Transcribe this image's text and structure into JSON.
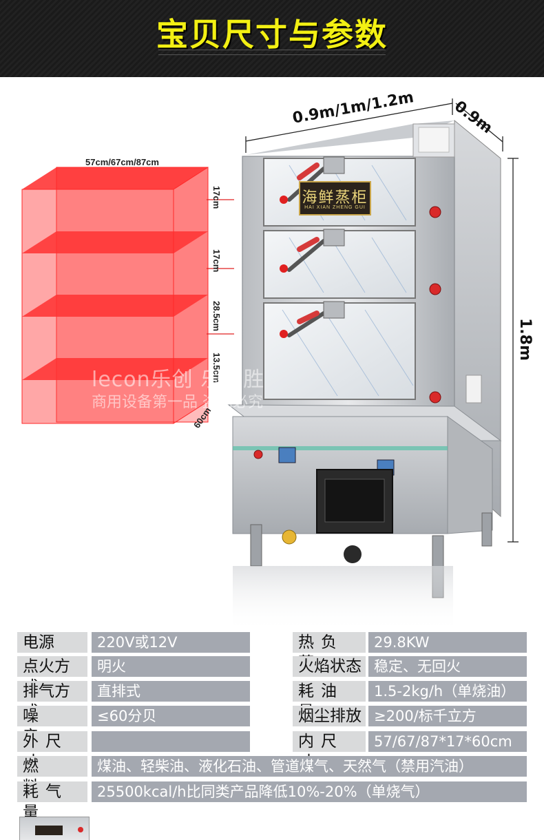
{
  "banner": {
    "title": "宝贝尺寸与参数"
  },
  "dimensions": {
    "width": "0.9m/1m/1.2m",
    "depth": "0.9m",
    "height": "1.8m"
  },
  "inner_box": {
    "top_label": "57cm/67cm/87cm",
    "depth_label": "60cm",
    "tier_labels": [
      "17cm",
      "17cm",
      "28.5cm",
      "13.5cm"
    ]
  },
  "cabinet": {
    "sign_text": "海鲜蒸柜",
    "sign_subtext": "HAI XIAN ZHENG GUI"
  },
  "watermark": {
    "line1": "lecon乐创 乐创胜",
    "line2": "商用设备第一品 盗图必究"
  },
  "specs": {
    "left": [
      {
        "label": "电源",
        "value": "220V或12V"
      },
      {
        "label": "点火方式",
        "value": "明火"
      },
      {
        "label": "排气方式",
        "value": "直排式"
      },
      {
        "label": "噪音",
        "value": "≤60分贝"
      },
      {
        "label": "外尺寸",
        "value": ""
      }
    ],
    "right": [
      {
        "label": "热负荷",
        "value": "29.8KW"
      },
      {
        "label": "火焰状态",
        "value": "稳定、无回火"
      },
      {
        "label": "耗油量",
        "value": "1.5-2kg/h（单烧油）"
      },
      {
        "label": "烟尘排放",
        "value": "≥200/标千立方"
      },
      {
        "label": "内尺寸",
        "value": "57/67/87*17*60cm"
      }
    ],
    "full": [
      {
        "label": "燃料",
        "value": "煤油、轻柴油、液化石油、管道煤气、天然气（禁用汽油）"
      },
      {
        "label": "耗气量",
        "value": "25500kcal/h比同类产品降低10%-20%（单烧气）"
      }
    ]
  },
  "colors": {
    "label_bg": "#d9dadb",
    "value_bg": "#a4a8b0",
    "banner_text": "#f3f013",
    "box_red": "#ff3b3b"
  }
}
